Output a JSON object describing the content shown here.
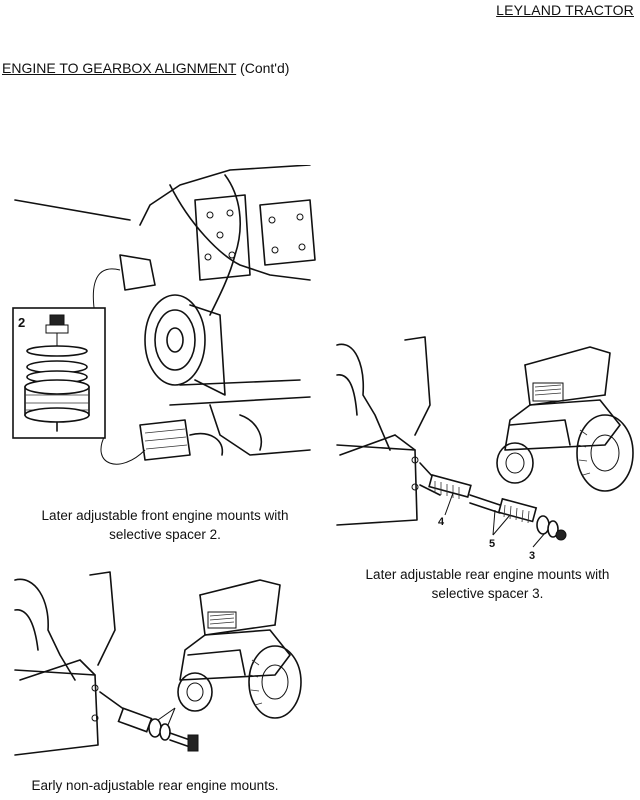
{
  "header": {
    "brand": "LEYLAND TRACTOR"
  },
  "section": {
    "title": "ENGINE TO GEARBOX ALIGNMENT",
    "suffix": " (Cont'd)"
  },
  "figures": {
    "front_mount": {
      "callout": "2",
      "caption_line1": "Later adjustable front engine mounts with",
      "caption_line2": "selective spacer 2."
    },
    "rear_adjustable": {
      "callouts": [
        "4",
        "5",
        "3"
      ],
      "caption_line1": "Later adjustable rear engine mounts with",
      "caption_line2": "selective spacer 3."
    },
    "rear_early": {
      "caption": "Early non-adjustable rear engine mounts."
    }
  }
}
